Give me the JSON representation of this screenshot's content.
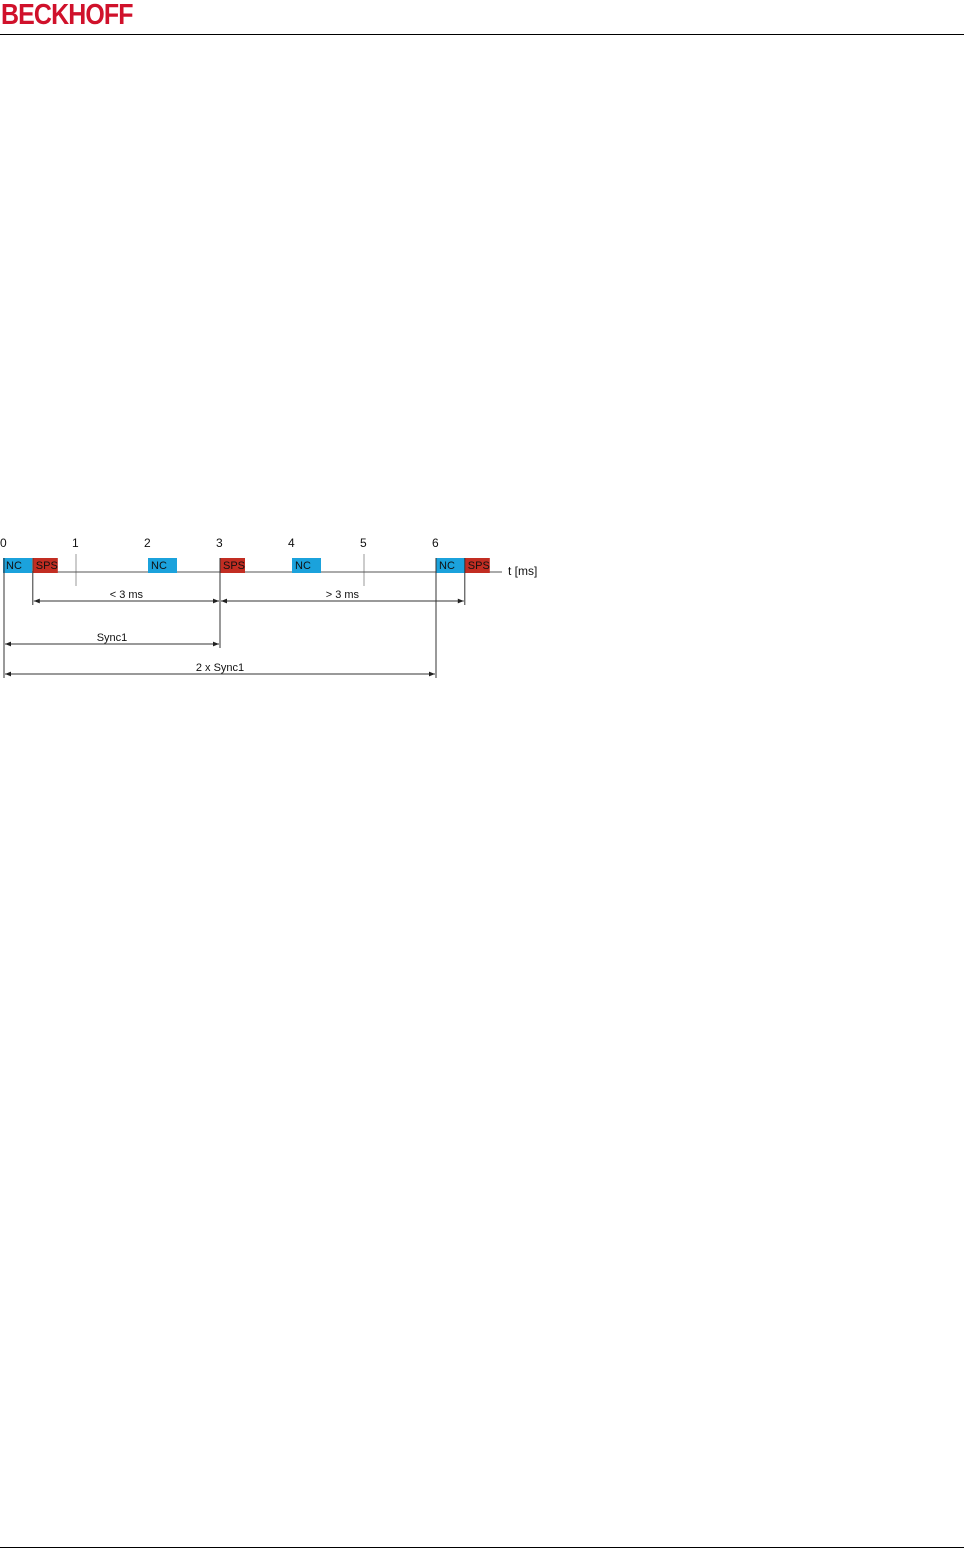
{
  "header": {
    "logo_text": "BECKHOFF",
    "logo_color": "#d0112b"
  },
  "diagram": {
    "axis_label": "t [ms]",
    "ticks": [
      "0",
      "1",
      "2",
      "3",
      "4",
      "5",
      "6"
    ],
    "colors": {
      "nc": "#1ba2dc",
      "sps": "#c22d22"
    },
    "blocks": [
      {
        "label": "NC",
        "kind": "nc",
        "at_ms": 0
      },
      {
        "label": "SPS",
        "kind": "sps",
        "at_ms": 0.4
      },
      {
        "label": "NC",
        "kind": "nc",
        "at_ms": 2
      },
      {
        "label": "SPS",
        "kind": "sps",
        "at_ms": 3
      },
      {
        "label": "NC",
        "kind": "nc",
        "at_ms": 4
      },
      {
        "label": "NC",
        "kind": "nc",
        "at_ms": 6
      },
      {
        "label": "SPS",
        "kind": "sps",
        "at_ms": 6.4
      }
    ],
    "dimensions": [
      {
        "label": "< 3 ms",
        "from_ms": 0.4,
        "to_ms": 3
      },
      {
        "label": "> 3 ms",
        "from_ms": 3,
        "to_ms": 6.4
      },
      {
        "label": "Sync1",
        "from_ms": 0,
        "to_ms": 3
      },
      {
        "label": "2 x Sync1",
        "from_ms": 0,
        "to_ms": 6
      }
    ]
  }
}
